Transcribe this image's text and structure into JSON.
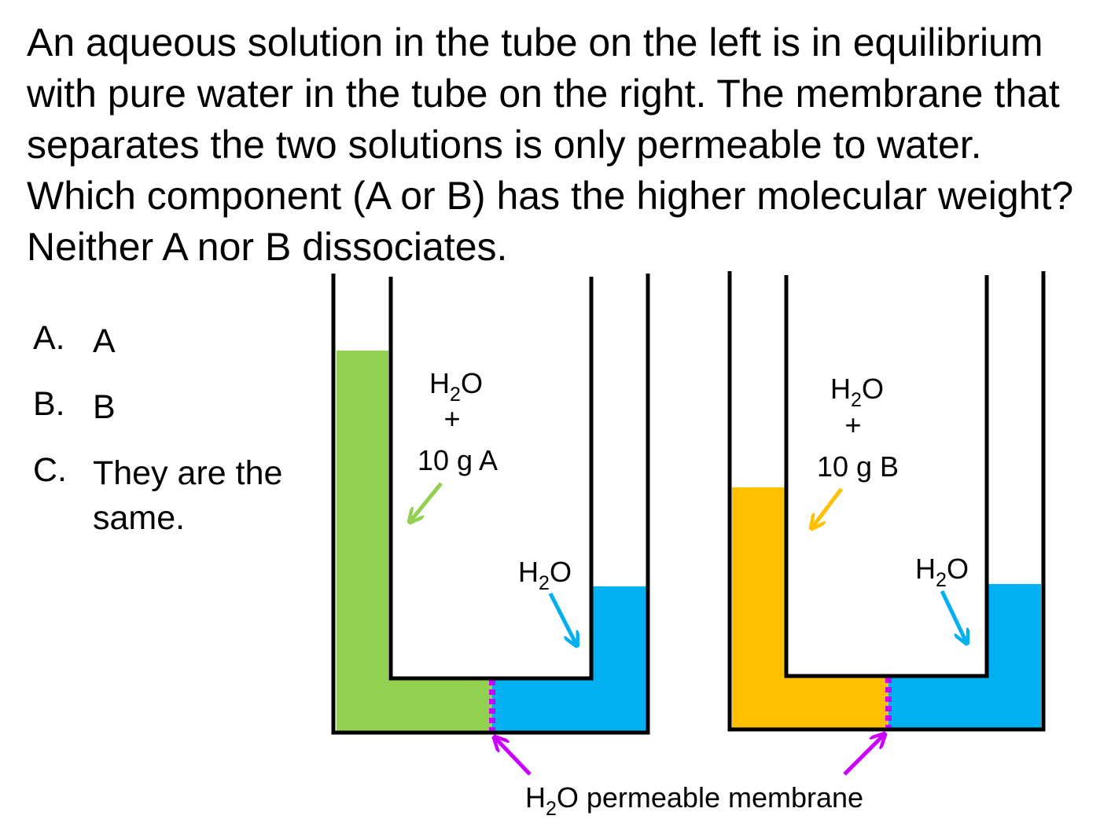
{
  "question": "An aqueous solution in the tube on the left is in equilibrium with pure water in the tube on the right. The membrane that separates the two solutions is only permeable to water. Which component (A or B) has the higher molecular weight? Neither A nor B dissociates.",
  "options": [
    {
      "letter": "A.",
      "text": "A"
    },
    {
      "letter": "B.",
      "text": "B"
    },
    {
      "letter": "C.",
      "text": "They are the same."
    }
  ],
  "left_tube": {
    "solvent": "H",
    "subscript": "2",
    "solvent_suffix": "O",
    "plus": "+",
    "solute": "10 g A",
    "water_side": {
      "base": "H",
      "sub": "2",
      "suffix": "O"
    },
    "solution_color": "#92d050"
  },
  "right_tube": {
    "solvent": "H",
    "subscript": "2",
    "solvent_suffix": "O",
    "plus": "+",
    "solute": "10 g B",
    "water_side": {
      "base": "H",
      "sub": "2",
      "suffix": "O"
    },
    "solution_color": "#ffc000"
  },
  "membrane_label": {
    "base": "H",
    "sub": "2",
    "suffix": "O permeable membrane"
  },
  "colors": {
    "water": "#00b0f0",
    "membrane": "#cc00ff",
    "arrow_green": "#92d050",
    "arrow_orange": "#ffc000",
    "arrow_blue": "#00b0f0"
  }
}
